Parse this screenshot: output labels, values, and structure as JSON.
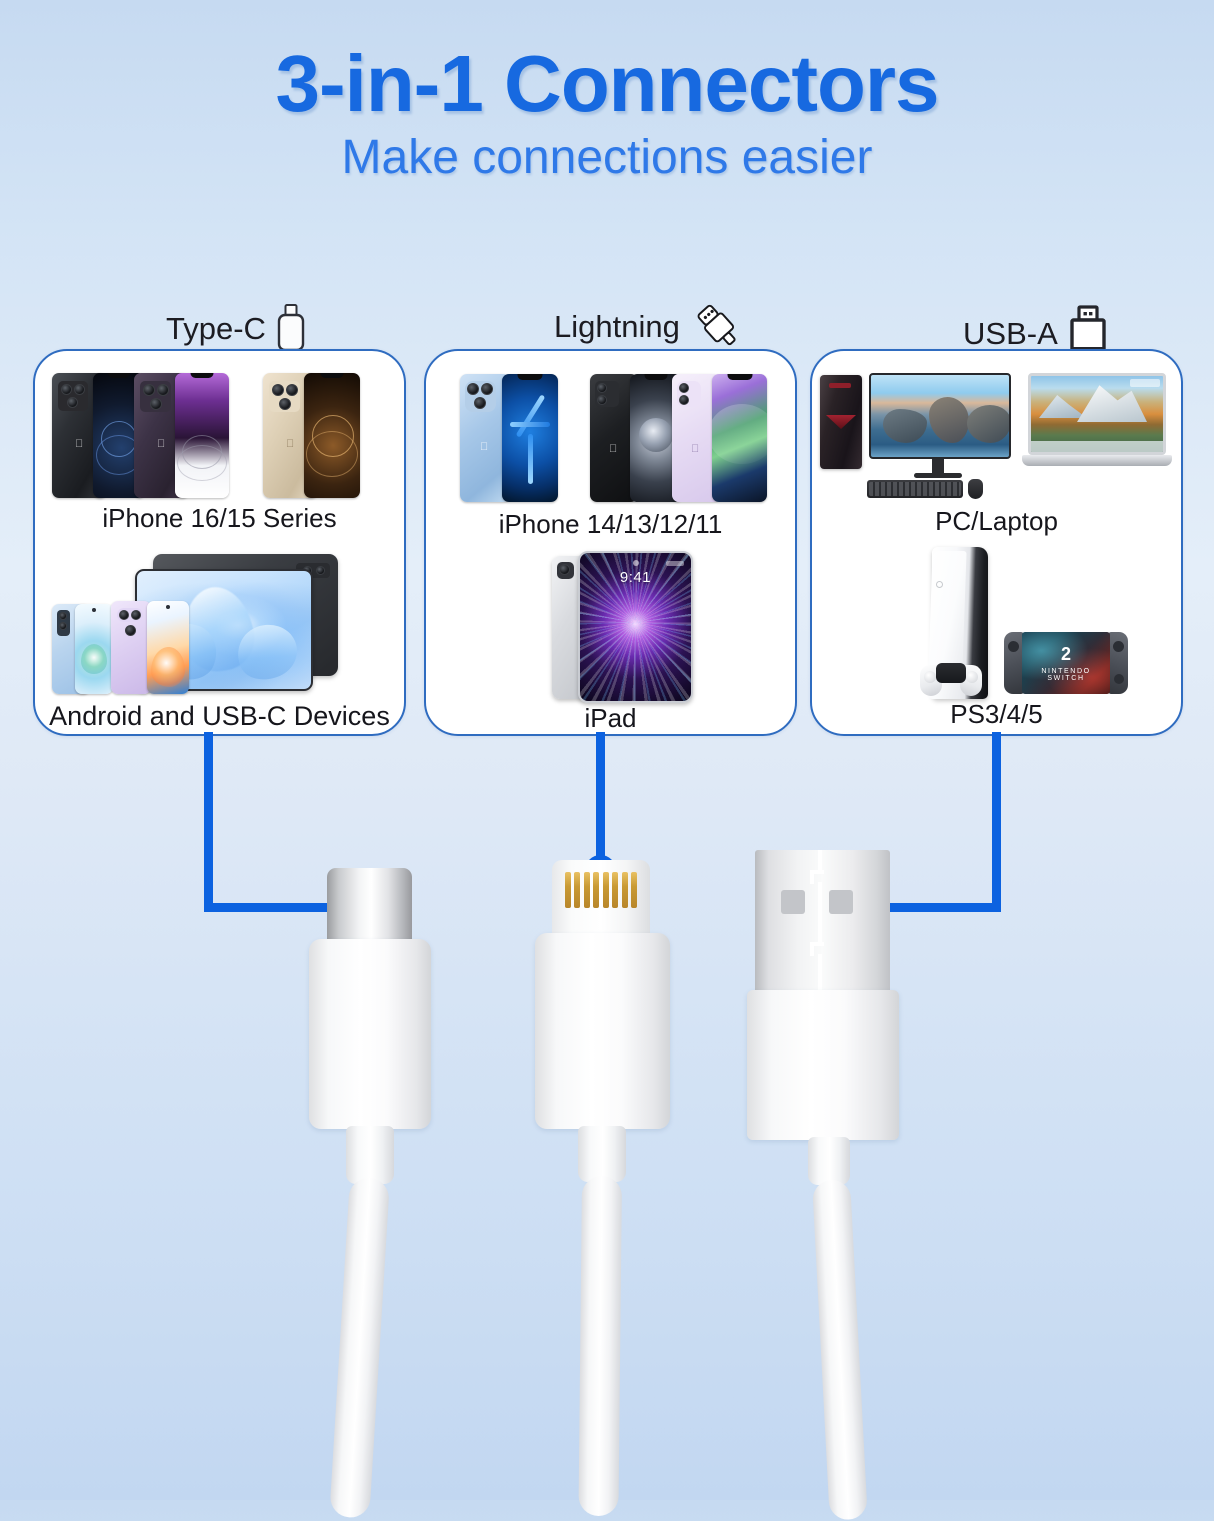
{
  "header": {
    "title": "3-in-1 Connectors",
    "subtitle": "Make connections easier",
    "title_color": "#1769e0",
    "subtitle_color": "#2f79e8"
  },
  "theme": {
    "accent": "#0c62e0",
    "card_border": "#2f6cc0",
    "card_fill": "#ffffff",
    "background_top": "#c6daf1",
    "background_bottom": "#c2d7f1",
    "text_dark": "#16161c"
  },
  "columns": [
    {
      "id": "type-c",
      "heading": "Type-C",
      "icon": "usb-c-plug-icon",
      "groups": [
        {
          "label": "iPhone 16/15 Series",
          "devices": [
            "iphone-16-pro-black",
            "iphone-15-pro-purple",
            "iphone-16-pro-desert-gold"
          ]
        },
        {
          "label": "Android and USB-C Devices",
          "devices": [
            "android-phone-blue",
            "android-phone-lilac",
            "android-phone-orange",
            "android-tablet-black",
            "android-tablet-flower"
          ]
        }
      ]
    },
    {
      "id": "lightning",
      "heading": "Lightning",
      "icon": "lightning-plug-icon",
      "groups": [
        {
          "label": "iPhone 14/13/12/11",
          "devices": [
            "iphone-13-pro-sierra-blue",
            "iphone-12-black",
            "iphone-14-purple"
          ]
        },
        {
          "label": "iPad",
          "devices": [
            "ipad-pro-silver"
          ],
          "screen_time": "9:41"
        }
      ]
    },
    {
      "id": "usb-a",
      "heading": "USB-A",
      "icon": "usb-a-plug-icon",
      "groups": [
        {
          "label": "PC/Laptop",
          "devices": [
            "desktop-tower",
            "monitor",
            "keyboard",
            "mouse",
            "laptop-macbook"
          ]
        },
        {
          "label": "PS3/4/5",
          "devices": [
            "playstation-5-console",
            "dualsense-controller",
            "nintendo-switch-2"
          ],
          "switch_brand": "2",
          "switch_sub": "NINTENDO SWITCH"
        }
      ]
    }
  ],
  "connectors": [
    {
      "id": "usb-c-connector",
      "name": "USB-C",
      "tip": "metal-silver"
    },
    {
      "id": "lightning-connector",
      "name": "Lightning",
      "tip": "8-pin-gold"
    },
    {
      "id": "usb-a-connector",
      "name": "USB-A",
      "tip": "steel-shell"
    }
  ]
}
